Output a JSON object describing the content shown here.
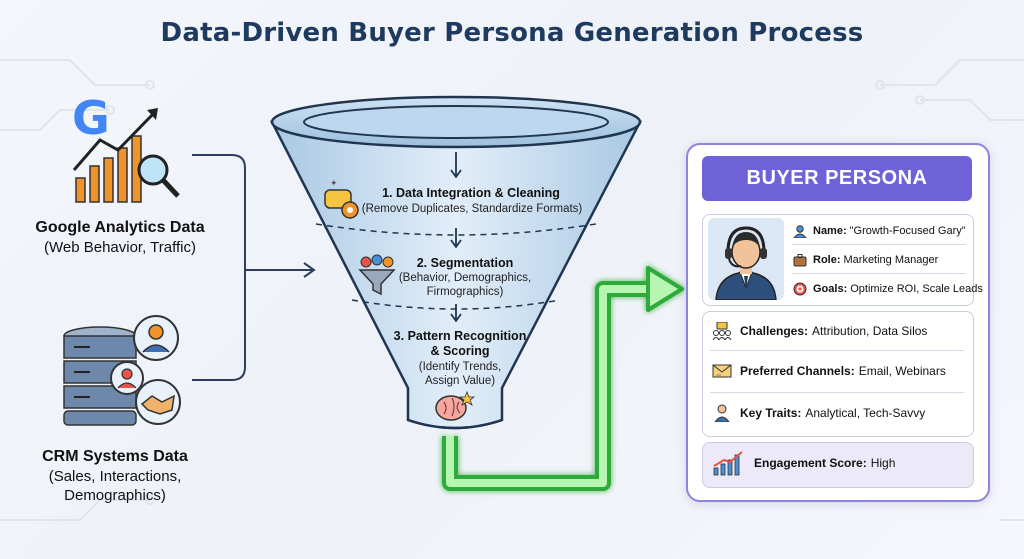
{
  "title": "Data-Driven Buyer Persona Generation Process",
  "sources": [
    {
      "title": "Google Analytics Data",
      "subtitle": "(Web Behavior, Traffic)"
    },
    {
      "title": "CRM Systems Data",
      "subtitle_lines": [
        "(Sales, Interactions,",
        "Demographics)"
      ]
    }
  ],
  "funnel": {
    "steps": [
      {
        "title": "1. Data Integration & Cleaning",
        "subtitle": "(Remove Duplicates, Standardize Formats)"
      },
      {
        "title": "2. Segmentation",
        "subtitle_lines": [
          "(Behavior, Demographics,",
          "Firmographics)"
        ]
      },
      {
        "title_lines": [
          "3. Pattern Recognition",
          "& Scoring"
        ],
        "subtitle_lines": [
          "(Identify Trends,",
          "Assign Value)"
        ]
      }
    ]
  },
  "persona": {
    "header": "BUYER PERSONA",
    "profile": [
      {
        "label": "Name:",
        "value": "\"Growth-Focused Gary\"",
        "icon": "user-icon"
      },
      {
        "label": "Role:",
        "value": "Marketing Manager",
        "icon": "briefcase-icon"
      },
      {
        "label": "Goals:",
        "value": "Optimize ROI, Scale Leads",
        "icon": "target-icon"
      }
    ],
    "details": [
      {
        "label": "Challenges:",
        "value": "Attribution, Data Silos",
        "icon": "team-icon"
      },
      {
        "label": "Preferred Channels:",
        "value": "Email, Webinars",
        "icon": "envelope-icon"
      },
      {
        "label": "Key Traits:",
        "value": "Analytical, Tech-Savvy",
        "icon": "person-icon"
      }
    ],
    "score": {
      "label": "Engagement Score:",
      "value": "High",
      "icon": "bar-chart-icon"
    }
  },
  "colors": {
    "title": "#1e3a5f",
    "persona_accent": "#6f62d8",
    "output_arrow": "#3ddc4a",
    "funnel_fill": "#cfe2f2"
  }
}
